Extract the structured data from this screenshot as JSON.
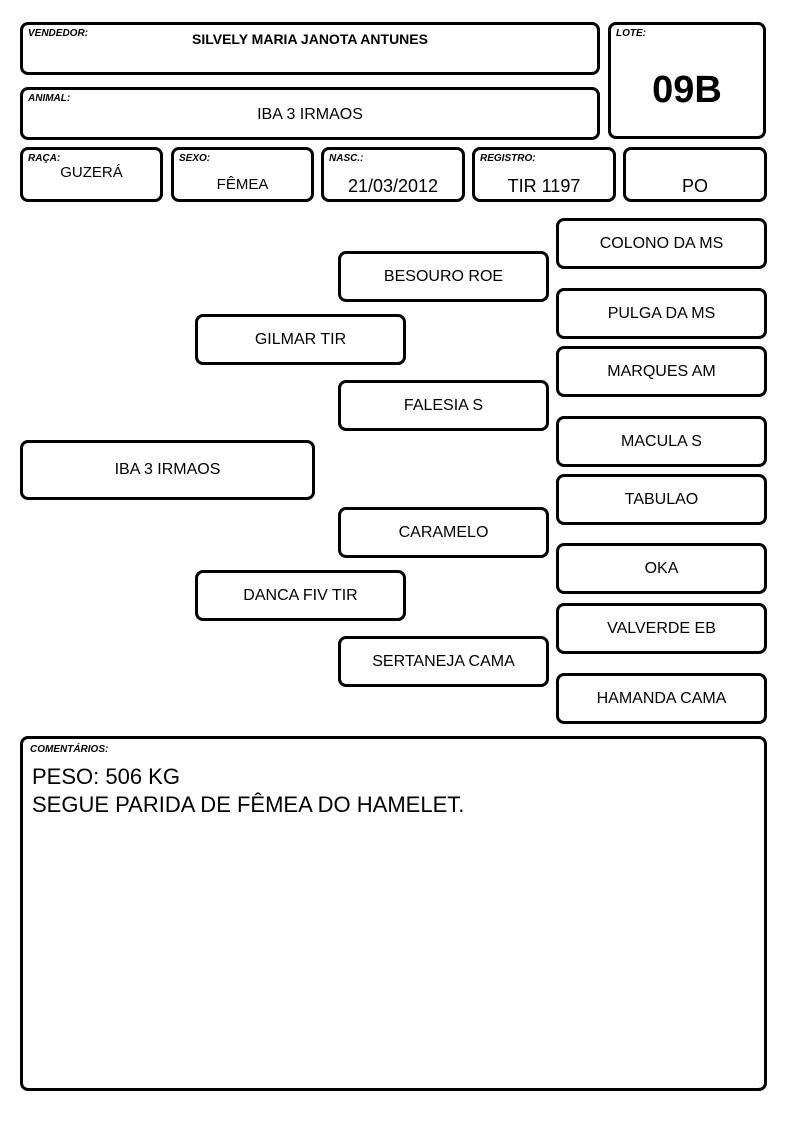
{
  "header": {
    "seller_label": "VENDEDOR:",
    "seller": "SILVELY MARIA JANOTA ANTUNES",
    "lot_label": "LOTE:",
    "lot": "09B",
    "animal_label": "ANIMAL:",
    "animal": "IBA 3 IRMAOS"
  },
  "details": {
    "breed_label": "RAÇA:",
    "breed": "GUZERÁ",
    "sex_label": "SEXO:",
    "sex": "FÊMEA",
    "birth_label": "NASC.:",
    "birth": "21/03/2012",
    "registry_label": "REGISTRO:",
    "registry": "TIR 1197",
    "category": "PO"
  },
  "pedigree": {
    "animal": "IBA 3 IRMAOS",
    "sire": "GILMAR TIR",
    "dam": "DANCA FIV TIR",
    "sire_sire": "BESOURO ROE",
    "sire_dam": "FALESIA S",
    "dam_sire": "CARAMELO",
    "dam_dam": "SERTANEJA CAMA",
    "ggp": [
      "COLONO DA MS",
      "PULGA DA MS",
      "MARQUES AM",
      "MACULA S",
      "TABULAO",
      "OKA",
      "VALVERDE EB",
      "HAMANDA CAMA"
    ]
  },
  "comments": {
    "label": "COMENTÁRIOS:",
    "line1": "PESO: 506 KG",
    "line2": "SEGUE PARIDA DE FÊMEA DO HAMELET."
  }
}
